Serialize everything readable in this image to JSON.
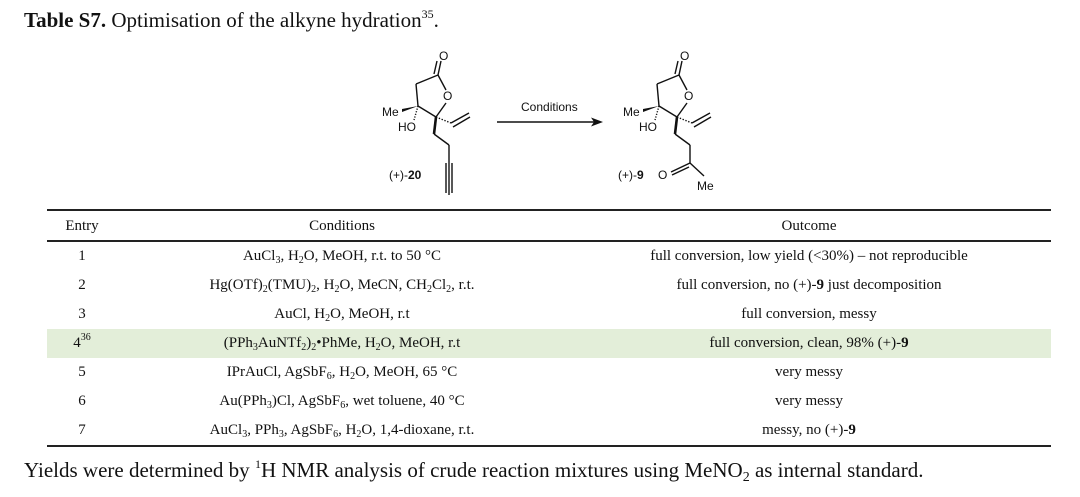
{
  "caption": {
    "label": "Table S7.",
    "text": " Optimisation of the alkyne hydration",
    "ref": "35",
    "end": "."
  },
  "scheme": {
    "reactant": {
      "label_prefix": "(+)-",
      "label_number": "20",
      "atoms": {
        "me": "Me",
        "ho": "HO",
        "o_ring": "O",
        "o_carbonyl": "O"
      }
    },
    "arrow_label": "Conditions",
    "product": {
      "label_prefix": "(+)-",
      "label_number": "9",
      "atoms": {
        "me": "Me",
        "ho": "HO",
        "o_ring": "O",
        "o_carbonyl": "O",
        "o_ketone": "O",
        "me_ketone": "Me"
      }
    }
  },
  "table": {
    "headers": {
      "entry": "Entry",
      "conditions": "Conditions",
      "outcome": "Outcome"
    },
    "highlight_color": "#e3eed9",
    "rows": [
      {
        "entry": "1",
        "entry_ref": "",
        "conditions": [
          [
            "AuCl",
            "t"
          ],
          [
            "3",
            "sub"
          ],
          [
            ", H",
            "t"
          ],
          [
            "2",
            "sub"
          ],
          [
            "O, MeOH, r.t. to 50 °C",
            "t"
          ]
        ],
        "outcome": [
          [
            "full conversion, low yield (<30%) – not reproducible",
            "t"
          ]
        ]
      },
      {
        "entry": "2",
        "entry_ref": "",
        "conditions": [
          [
            "Hg(OTf)",
            "t"
          ],
          [
            "2",
            "sub"
          ],
          [
            "(TMU)",
            "t"
          ],
          [
            "2",
            "sub"
          ],
          [
            ", H",
            "t"
          ],
          [
            "2",
            "sub"
          ],
          [
            "O, MeCN, CH",
            "t"
          ],
          [
            "2",
            "sub"
          ],
          [
            "Cl",
            "t"
          ],
          [
            "2",
            "sub"
          ],
          [
            ", r.t.",
            "t"
          ]
        ],
        "outcome": [
          [
            "full conversion, no (+)-",
            "t"
          ],
          [
            "9",
            "b"
          ],
          [
            " just decomposition",
            "t"
          ]
        ]
      },
      {
        "entry": "3",
        "entry_ref": "",
        "conditions": [
          [
            "AuCl, H",
            "t"
          ],
          [
            "2",
            "sub"
          ],
          [
            "O, MeOH, r.t",
            "t"
          ]
        ],
        "outcome": [
          [
            "full conversion, messy",
            "t"
          ]
        ]
      },
      {
        "entry": "4",
        "entry_ref": "36",
        "highlight": true,
        "conditions": [
          [
            "(PPh",
            "t"
          ],
          [
            "3",
            "sub"
          ],
          [
            "AuNTf",
            "t"
          ],
          [
            "2",
            "sub"
          ],
          [
            ")",
            "t"
          ],
          [
            "2",
            "sub"
          ],
          [
            "•PhMe, H",
            "t"
          ],
          [
            "2",
            "sub"
          ],
          [
            "O, MeOH, r.t",
            "t"
          ]
        ],
        "outcome": [
          [
            "full conversion, clean, 98% (+)-",
            "t"
          ],
          [
            "9",
            "b"
          ]
        ]
      },
      {
        "entry": "5",
        "entry_ref": "",
        "conditions": [
          [
            "IPrAuCl, AgSbF",
            "t"
          ],
          [
            "6",
            "sub"
          ],
          [
            ", H",
            "t"
          ],
          [
            "2",
            "sub"
          ],
          [
            "O, MeOH, 65 °C",
            "t"
          ]
        ],
        "outcome": [
          [
            "very messy",
            "t"
          ]
        ]
      },
      {
        "entry": "6",
        "entry_ref": "",
        "conditions": [
          [
            "Au(PPh",
            "t"
          ],
          [
            "3",
            "sub"
          ],
          [
            ")Cl, AgSbF",
            "t"
          ],
          [
            "6",
            "sub"
          ],
          [
            ", wet toluene, 40 °C",
            "t"
          ]
        ],
        "outcome": [
          [
            "very messy",
            "t"
          ]
        ]
      },
      {
        "entry": "7",
        "entry_ref": "",
        "conditions": [
          [
            "AuCl",
            "t"
          ],
          [
            "3",
            "sub"
          ],
          [
            ", PPh",
            "t"
          ],
          [
            "3",
            "sub"
          ],
          [
            ", AgSbF",
            "t"
          ],
          [
            "6",
            "sub"
          ],
          [
            ", H",
            "t"
          ],
          [
            "2",
            "sub"
          ],
          [
            "O, 1,4-dioxane, r.t.",
            "t"
          ]
        ],
        "outcome": [
          [
            "messy, no (+)-",
            "t"
          ],
          [
            "9",
            "b"
          ]
        ]
      }
    ]
  },
  "footnote": {
    "pre": "Yields were determined by ",
    "sup": "1",
    "mid": "H NMR analysis of crude reaction mixtures using MeNO",
    "sub": "2",
    "post": " as internal standard."
  }
}
